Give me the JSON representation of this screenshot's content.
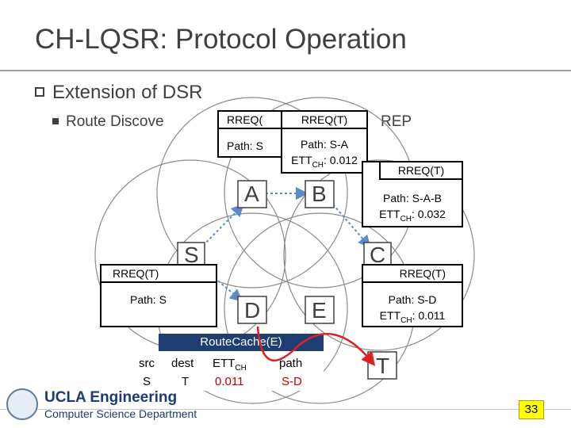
{
  "slide": {
    "title": "CH-LQSR: Protocol Operation",
    "bullet1": "Extension of DSR",
    "bullet2": "Route Discove",
    "bullet2_suffix": "REP"
  },
  "nodes": [
    "A",
    "B",
    "S",
    "C",
    "D",
    "E",
    "T"
  ],
  "boxes": {
    "top_left": {
      "header": "RREQ(",
      "path": "Path: S"
    },
    "top_front": {
      "header": "RREQ(T)",
      "path": "Path: S-A",
      "ett_label": "ETT",
      "ett_sub": "CH",
      "ett_value": ": 0.012"
    },
    "right_top": {
      "header": "RREQ(T)",
      "path": "Path: S-A-B",
      "ett_label": "ETT",
      "ett_sub": "CH",
      "ett_value": ": 0.032"
    },
    "left_mid": {
      "header": "RREQ(T)",
      "path": "Path: S"
    },
    "right_mid": {
      "header": "RREQ(T)",
      "path": "Path: S-D",
      "ett_label": "ETT",
      "ett_sub": "CH",
      "ett_value": ": 0.011"
    }
  },
  "route_cache": {
    "title": "RouteCache(E)",
    "columns": [
      "src",
      "dest",
      "ETT",
      "path"
    ],
    "ett_sub": "CH",
    "row": [
      "S",
      "T",
      "0.011",
      "S-D"
    ]
  },
  "footer": {
    "logo_main": "UCLA Engineering",
    "logo_sub": "Computer Science Department",
    "page_number": "33"
  },
  "colors": {
    "title_text": "#404040",
    "arrow_blue": "#5b8bc9",
    "arrow_red": "#e02020",
    "cache_header": "#1f3f73",
    "page_badge": "#ffff00"
  }
}
